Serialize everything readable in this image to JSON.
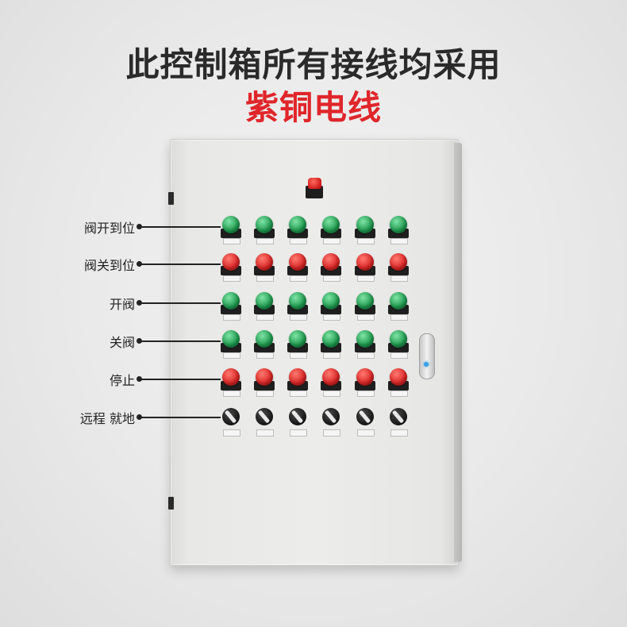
{
  "headline": {
    "line1": "此控制箱所有接线均采用",
    "line2": "紫铜电线"
  },
  "colors": {
    "headline_primary": "#2a2a2a",
    "headline_accent": "#e0262b",
    "button_green": "#1e9a4e",
    "button_red": "#db2525",
    "indicator_blue": "#3aa0e8"
  },
  "panel": {
    "rows": [
      {
        "label": "阀开到位",
        "type": "indicator",
        "color": "green",
        "count": 6
      },
      {
        "label": "阀关到位",
        "type": "indicator",
        "color": "red",
        "count": 6
      },
      {
        "label": "开阀",
        "type": "pushbutton",
        "color": "green",
        "count": 6
      },
      {
        "label": "关阀",
        "type": "pushbutton",
        "color": "green",
        "count": 6
      },
      {
        "label": "停止",
        "type": "pushbutton",
        "color": "red",
        "count": 6
      },
      {
        "label": "远程  就地",
        "type": "selector",
        "color": "black",
        "count": 6
      }
    ],
    "emergency_stop": {
      "icon": "emergency-stop-button",
      "color": "red"
    },
    "handle_icon": "door-handle-icon"
  }
}
